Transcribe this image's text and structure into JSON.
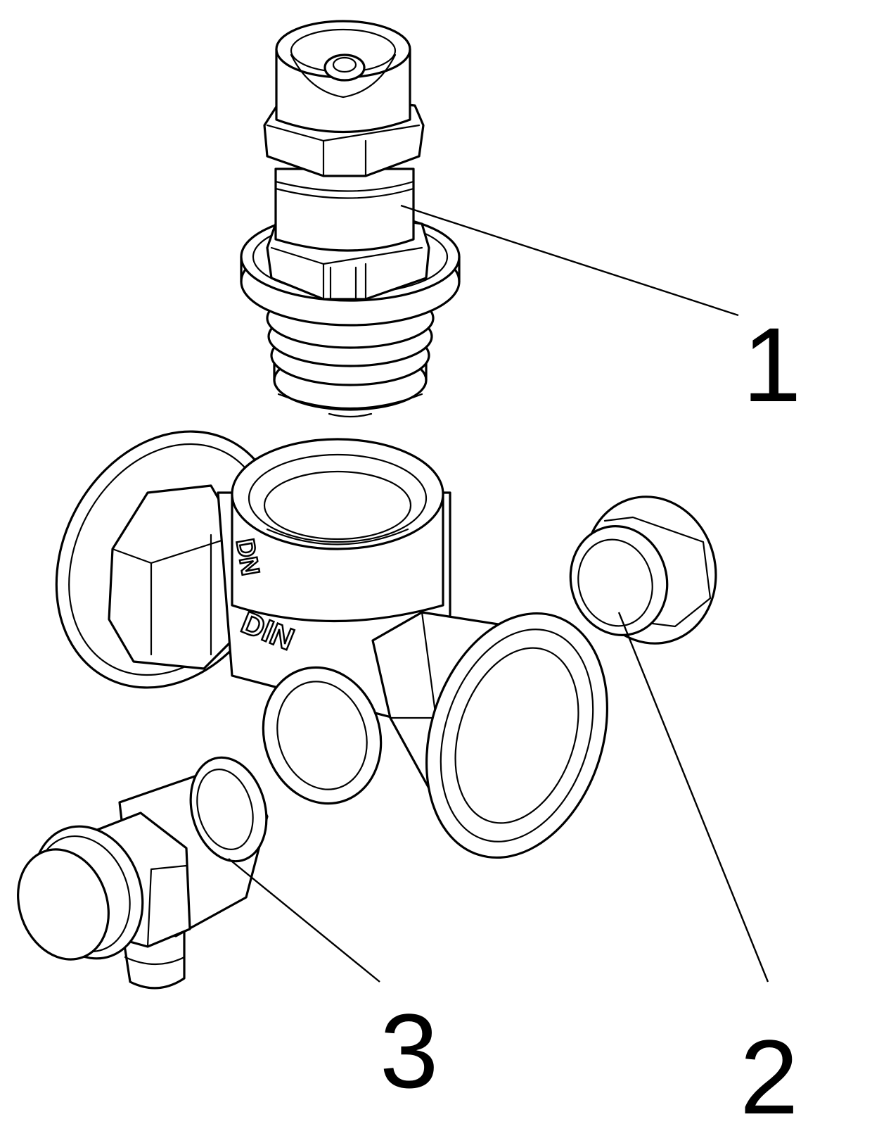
{
  "callouts": [
    {
      "id": "1",
      "label": "1"
    },
    {
      "id": "2",
      "label": "2"
    },
    {
      "id": "3",
      "label": "3"
    }
  ],
  "embossed_text": {
    "main_body_dn": "DN",
    "main_body_din": "DIN"
  }
}
